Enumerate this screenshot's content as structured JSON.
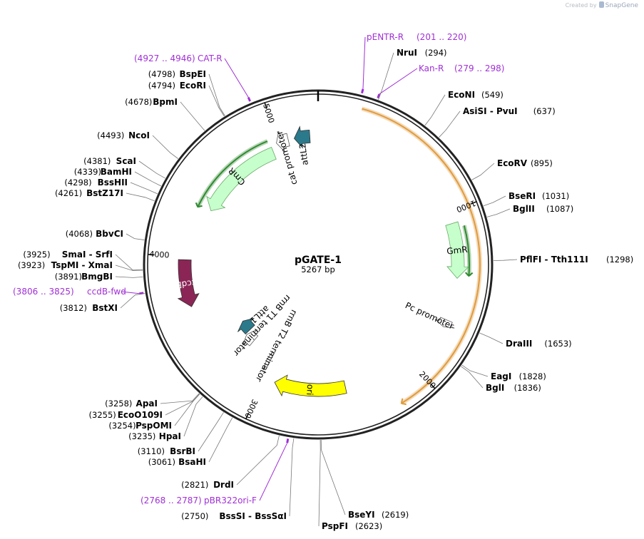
{
  "plasmid": {
    "name": "pGATE-1",
    "length_label": "5267 bp",
    "length": 5267
  },
  "watermark": {
    "prefix": "Created by",
    "brand": "SnapGene"
  },
  "ticks": [
    {
      "pos": 1000,
      "label": "1000"
    },
    {
      "pos": 2000,
      "label": "2000"
    },
    {
      "pos": 3000,
      "label": "3000"
    },
    {
      "pos": 4000,
      "label": "4000"
    },
    {
      "pos": 5000,
      "label": "5000"
    }
  ],
  "features": [
    {
      "id": "attL2",
      "label": "attL2",
      "start": 5213,
      "end": 5110,
      "color": "#2a7a8c",
      "type": "arrow"
    },
    {
      "id": "cat-promoter",
      "label": "cat promoter",
      "start": 5070,
      "end": 4990,
      "color": "#ffffff",
      "type": "arrow"
    },
    {
      "id": "CmR",
      "label": "CmR",
      "start": 4950,
      "end": 4340,
      "color": "#c7ffcc",
      "type": "arrow"
    },
    {
      "id": "GmR",
      "label": "GmR",
      "start": 1068,
      "end": 1400,
      "color": "#c7ffcc",
      "type": "arrow"
    },
    {
      "id": "Pc-promoter",
      "label": "Pc promoter",
      "start": 1658,
      "end": 1703,
      "color": "#ffffff",
      "type": "arrow"
    },
    {
      "id": "ori",
      "label": "ori",
      "start": 2450,
      "end": 2930,
      "color": "#ffff00",
      "type": "arrow"
    },
    {
      "id": "rrnB-T2",
      "label": "rrnB T2 terminator",
      "start": 3020,
      "end": 3048,
      "color": "#ffffff",
      "type": "arrow"
    },
    {
      "id": "rrnB-T1",
      "label": "rrnB T1 terminator",
      "start": 3220,
      "end": 3300,
      "color": "#ffffff",
      "type": "arrow"
    },
    {
      "id": "attL1",
      "label": "attL1",
      "start": 3310,
      "end": 3410,
      "color": "#2a7a8c",
      "type": "arrow"
    },
    {
      "id": "ccdB",
      "label": "ccdB",
      "start": 3980,
      "end": 3680,
      "color": "#8b2556",
      "type": "arrow"
    }
  ],
  "orfs": [
    {
      "start": 230,
      "end": 2180,
      "color": "#e09b3d"
    },
    {
      "start": 1098,
      "end": 1380,
      "color": "#2f8a2f"
    },
    {
      "start": 4940,
      "end": 4325,
      "color": "#2f8a2f"
    }
  ],
  "primers": [
    {
      "label": "pENTR-R",
      "pos": "(201 .. 220)",
      "site": 210,
      "dir": 1
    },
    {
      "label": "Kan-R",
      "pos": "(279 .. 298)",
      "site": 289,
      "dir": 1
    },
    {
      "label": "CAT-R",
      "pos": "(4927 .. 4946)",
      "site": 4936,
      "dir": -1
    },
    {
      "label": "ccdB-fwd",
      "pos": "(3806 .. 3825)",
      "site": 3815,
      "dir": -1
    },
    {
      "label": "pBR322ori-F",
      "pos": "(2768 .. 2787)",
      "site": 2777,
      "dir": -1
    }
  ],
  "sites_right": [
    {
      "name": "NruI",
      "pos": "(294)",
      "site": 294
    },
    {
      "name": "EcoNI",
      "pos": "(549)",
      "site": 549
    },
    {
      "name": "AsiSI - PvuI",
      "pos": "(637)",
      "site": 637
    },
    {
      "name": "EcoRV",
      "pos": "(895)",
      "site": 895
    },
    {
      "name": "BseRI",
      "pos": "(1031)",
      "site": 1031
    },
    {
      "name": "BglII",
      "pos": "(1087)",
      "site": 1087
    },
    {
      "name": "PflFI - Tth111I",
      "pos": "(1298)",
      "site": 1298
    },
    {
      "name": "DraIII",
      "pos": "(1653)",
      "site": 1653
    },
    {
      "name": "EagI",
      "pos": "(1828)",
      "site": 1828
    },
    {
      "name": "BglI",
      "pos": "(1836)",
      "site": 1836
    },
    {
      "name": "BseYI",
      "pos": "(2619)",
      "site": 2619
    },
    {
      "name": "PspFI",
      "pos": "(2623)",
      "site": 2623
    }
  ],
  "sites_left": [
    {
      "name": "BspEI",
      "pos": "(4798)",
      "site": 4798
    },
    {
      "name": "EcoRI",
      "pos": "(4794)",
      "site": 4794
    },
    {
      "name": "BpmI",
      "pos": "(4678)",
      "site": 4678
    },
    {
      "name": "NcoI",
      "pos": "(4493)",
      "site": 4493
    },
    {
      "name": "ScaI",
      "pos": "(4381)",
      "site": 4381
    },
    {
      "name": "BamHI",
      "pos": "(4339)",
      "site": 4339
    },
    {
      "name": "BssHII",
      "pos": "(4298)",
      "site": 4298
    },
    {
      "name": "BstZ17I",
      "pos": "(4261)",
      "site": 4261
    },
    {
      "name": "BbvCI",
      "pos": "(4068)",
      "site": 4068
    },
    {
      "name": "SmaI - SrfI",
      "pos": "(3925)",
      "site": 3925
    },
    {
      "name": "TspMI - XmaI",
      "pos": "(3923)",
      "site": 3923
    },
    {
      "name": "BmgBI",
      "pos": "(3891)",
      "site": 3891
    },
    {
      "name": "BstXI",
      "pos": "(3812)",
      "site": 3812
    },
    {
      "name": "ApaI",
      "pos": "(3258)",
      "site": 3258
    },
    {
      "name": "EcoO109I",
      "pos": "(3255)",
      "site": 3255
    },
    {
      "name": "PspOMI",
      "pos": "(3254)",
      "site": 3254
    },
    {
      "name": "HpaI",
      "pos": "(3235)",
      "site": 3235
    },
    {
      "name": "BsrBI",
      "pos": "(3110)",
      "site": 3110
    },
    {
      "name": "BsaHI",
      "pos": "(3061)",
      "site": 3061
    },
    {
      "name": "DrdI",
      "pos": "(2821)",
      "site": 2821
    },
    {
      "name": "BssSI - BssSαI",
      "pos": "(2750)",
      "site": 2750
    }
  ]
}
